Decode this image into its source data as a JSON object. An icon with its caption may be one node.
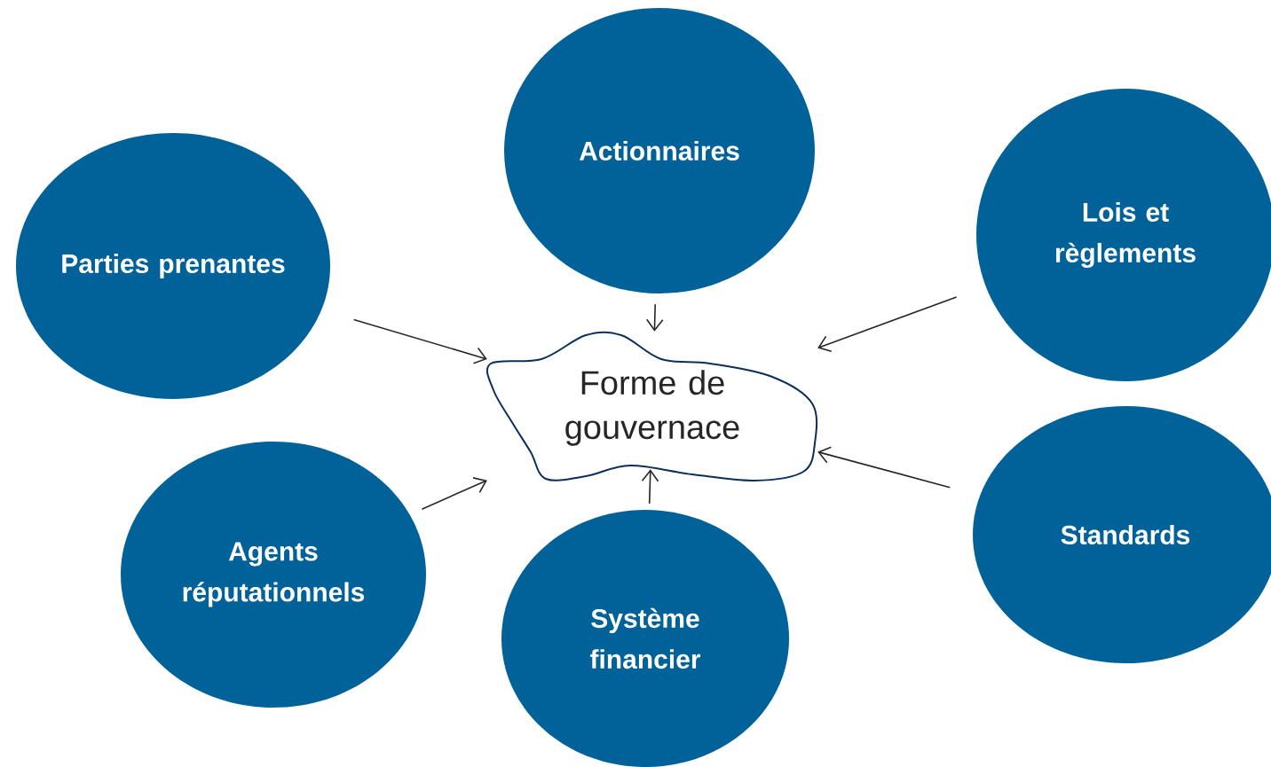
{
  "diagram": {
    "nodes": [
      {
        "text": [
          "Actionnaires"
        ]
      },
      {
        "text": [
          "Parties prenantes"
        ]
      },
      {
        "text": [
          "Lois et règlements"
        ]
      },
      {
        "text": [
          "Forme de gouvernace"
        ]
      },
      {
        "text": [
          "Standards"
        ]
      },
      {
        "text": [
          "Agents réputationnels"
        ]
      },
      {
        "text": [
          "Système financier"
        ]
      }
    ],
    "edges": [
      {
        "from": 0,
        "to": 3,
        "arrow": "to"
      },
      {
        "from": 1,
        "to": 3,
        "arrow": "to"
      },
      {
        "from": 2,
        "to": 3,
        "arrow": "to"
      },
      {
        "from": 4,
        "to": 3,
        "arrow": "to"
      },
      {
        "from": 5,
        "to": 3,
        "arrow": "to"
      },
      {
        "from": 6,
        "to": 3,
        "arrow": "to"
      }
    ]
  }
}
